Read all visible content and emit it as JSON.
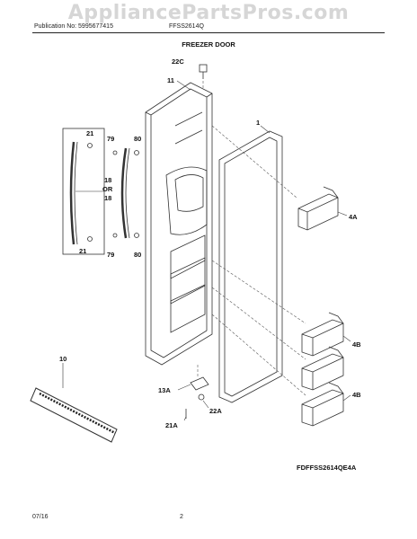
{
  "watermark": "AppliancePartsPros.com",
  "header": {
    "publication": "Publication No: 5995677415",
    "model": "FFSS2614Q"
  },
  "title": "FREEZER DOOR",
  "labels": {
    "p22c": "22C",
    "p11": "11",
    "p1": "1",
    "p21_top": "21",
    "p79_top": "79",
    "p80_top": "80",
    "p18": "18",
    "p_or": "OR",
    "p18b": "18",
    "p21_bot": "21",
    "p79_bot": "79",
    "p80_bot": "80",
    "p4a": "4A",
    "p4b_1": "4B",
    "p4b_2": "4B",
    "p10": "10",
    "p13a": "13A",
    "p22a": "22A",
    "p21a": "21A"
  },
  "diagram_ref": "FDFFSS2614QE4A",
  "footer": {
    "date": "07/16",
    "page": "2"
  }
}
